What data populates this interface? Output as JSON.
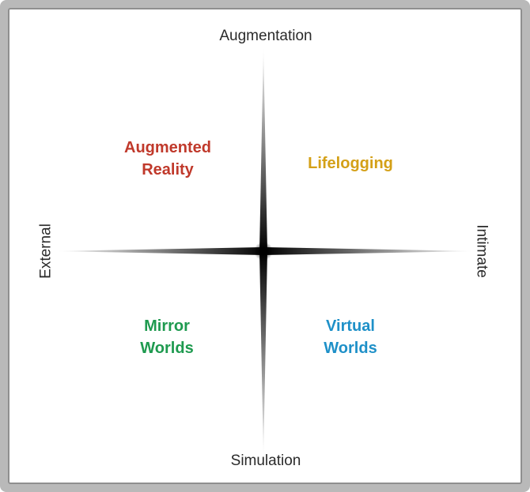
{
  "axes": {
    "top": "Augmentation",
    "bottom": "Simulation",
    "left": "External",
    "right": "Intimate"
  },
  "quadrants": {
    "top_left": {
      "lines": [
        "Augmented",
        "Reality"
      ],
      "color": "#c0392b"
    },
    "top_right": {
      "lines": [
        "Lifelogging"
      ],
      "color": "#d4a017"
    },
    "bottom_left": {
      "lines": [
        "Mirror",
        "Worlds"
      ],
      "color": "#1e9a4f"
    },
    "bottom_right": {
      "lines": [
        "Virtual",
        "Worlds"
      ],
      "color": "#1e90c8"
    }
  }
}
